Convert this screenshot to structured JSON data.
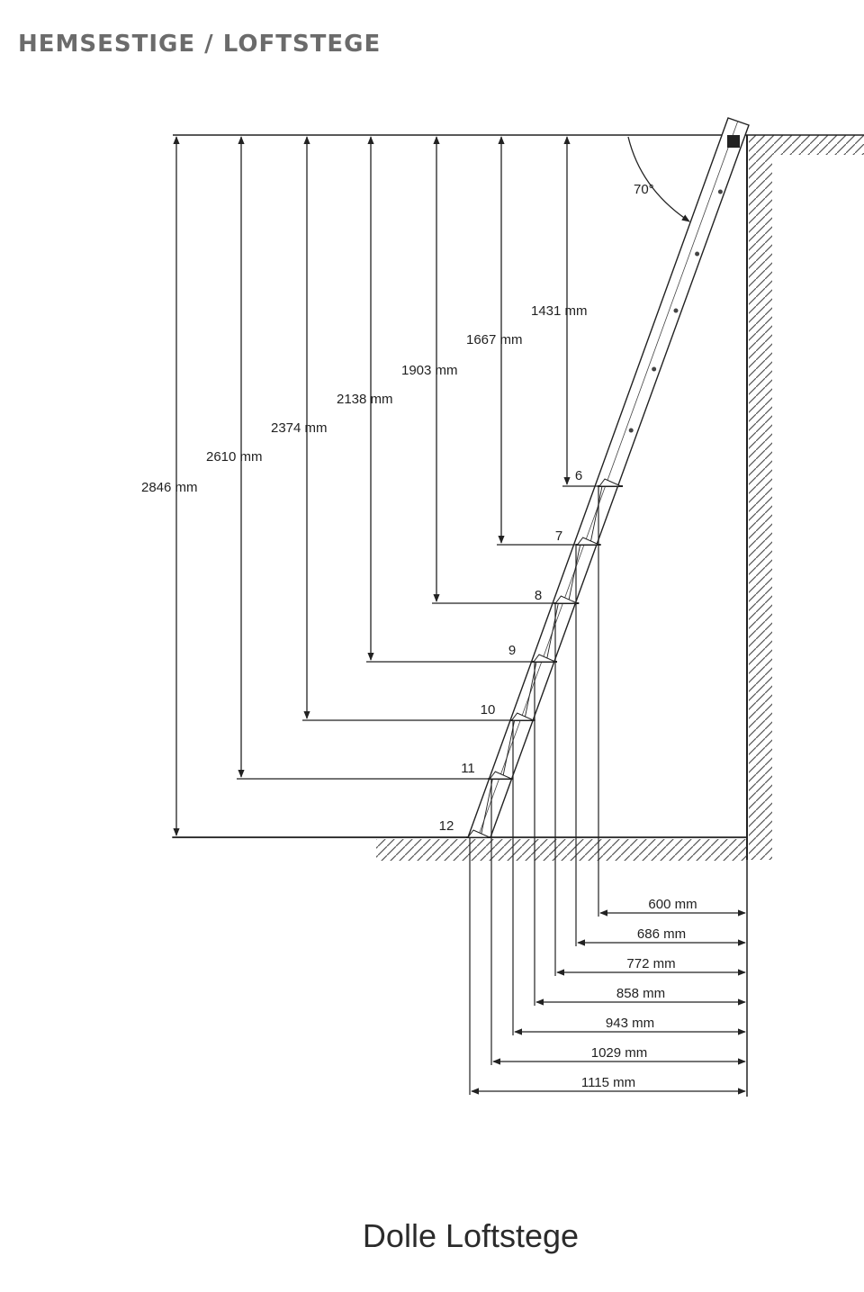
{
  "header": {
    "title": "HEMSESTIGE / LOFTSTEGE"
  },
  "caption": "Dolle Loftstege",
  "diagram": {
    "angle_label": "70°",
    "heights": [
      {
        "step": "6",
        "label": "1431 mm"
      },
      {
        "step": "7",
        "label": "1667 mm"
      },
      {
        "step": "8",
        "label": "1903 mm"
      },
      {
        "step": "9",
        "label": "2138 mm"
      },
      {
        "step": "10",
        "label": "2374 mm"
      },
      {
        "step": "11",
        "label": "2610 mm"
      },
      {
        "step": "12",
        "label": "2846 mm"
      }
    ],
    "widths": [
      {
        "step": "6",
        "label": "600 mm"
      },
      {
        "step": "7",
        "label": "686 mm"
      },
      {
        "step": "8",
        "label": "772 mm"
      },
      {
        "step": "9",
        "label": "858 mm"
      },
      {
        "step": "10",
        "label": "943 mm"
      },
      {
        "step": "11",
        "label": "1029 mm"
      },
      {
        "step": "12",
        "label": "1115 mm"
      }
    ]
  }
}
